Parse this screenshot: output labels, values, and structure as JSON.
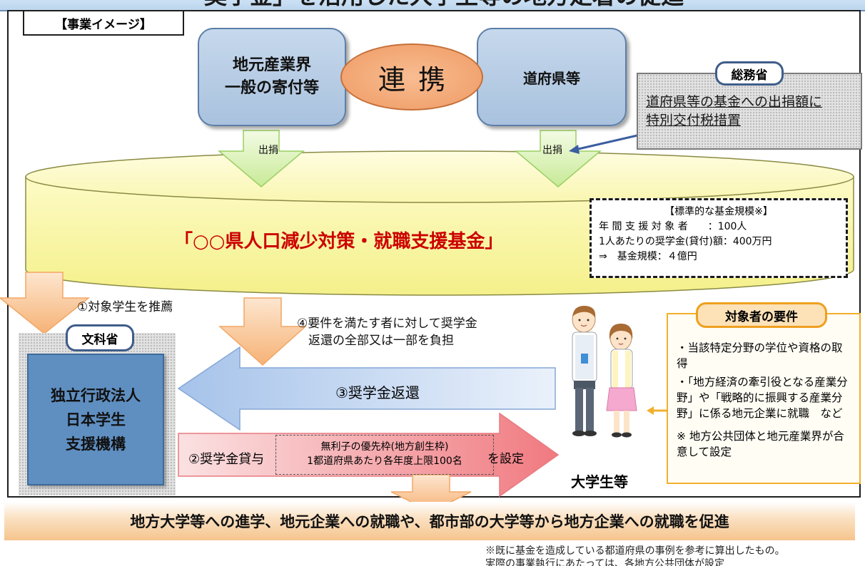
{
  "banner": {
    "title": "「奨学金」を活用した大学生等の地方定着の促進"
  },
  "tag": "【事業イメージ】",
  "industry": {
    "line1": "地元産業界",
    "line2": "一般の寄付等"
  },
  "link": "連携",
  "prefecture": "道府県等",
  "mic": {
    "label": "総務省",
    "line1": "道府県等の基金への出捐額に",
    "line2": "特別交付税措置"
  },
  "donation_label": "出捐",
  "fund": {
    "name": "「○○県人口減少対策・就職支援基金」",
    "standard": {
      "title": "【標準的な基金規模※】",
      "line1": "年 間 支 援 対 象 者　　：100人",
      "line2": "1人あたりの奨学金(貸付)額：400万円",
      "line3": "⇒　基金規模：４億円"
    }
  },
  "step1": "①対象学生を推薦",
  "step4": {
    "line1": "④要件を満たす者に対して奨学金",
    "line2": "返還の全部又は一部を負担"
  },
  "mext": {
    "label": "文科省",
    "line1": "独立行政法人",
    "line2": "日本学生",
    "line3": "支援機構"
  },
  "step3": "③奨学金返還",
  "step2": "②奨学金貸与",
  "priority": {
    "line1": "無利子の優先枠(地方創生枠)",
    "line2": "1都道府県あたり各年度上限100名"
  },
  "set_label": "を設定",
  "students": "大学生等",
  "requirements": {
    "label": "対象者の要件",
    "item1": "・当該特定分野の学位や資格の取得",
    "item2": "・「地方経済の牽引役となる産業分野」や「戦略的に振興する産業分野」に係る地元企業に就職　など",
    "note": "※ 地方公共団体と地元産業界が合意して設定"
  },
  "bottom": "地方大学等への進学、地元企業への就職や、都市部の大学等から地方企業への就職を促進",
  "footnote": {
    "line1": "※既に基金を造成している都道府県の事例を参考に算出したもの。",
    "line2": "実際の事業執行にあたっては、各地方公共団体が設定"
  },
  "colors": {
    "blue_box": "#a9c2de",
    "link_orange": "#ef9a63",
    "fund_yellow": "#fdfcae",
    "fund_red_text": "#cc0000",
    "repay_arrow": "#aec9ec",
    "loan_arrow": "#f38a8f",
    "requirement_border": "#f2b02c"
  }
}
